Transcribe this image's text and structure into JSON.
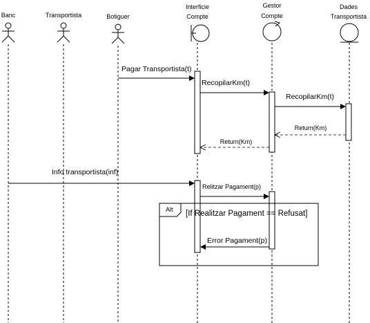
{
  "participants": {
    "banc": "Banc",
    "transportista": "Transportista",
    "botiguer": "Botiguer",
    "interficie_l1": "Interficie",
    "interficie_l2": "Compte",
    "gestor_l1": "Gestor",
    "gestor_l2": "Compte",
    "dades_l1": "Dades",
    "dades_l2": "Transportista"
  },
  "messages": {
    "pagar": "Pagar Transportista(t)",
    "recopilar1": "RecopilarKm(t)",
    "recopilar2": "RecopilarKm(t)",
    "return1": "Return(Km)",
    "return2": "Return(Km)",
    "info": "Info transportista(inf)",
    "relitzar": "Relitzar Pagament(p)",
    "error": "Error Pagament(p)"
  },
  "fragment": {
    "operator": "Alt",
    "guard": "[If Realitzar Pagament == Refusat]"
  }
}
